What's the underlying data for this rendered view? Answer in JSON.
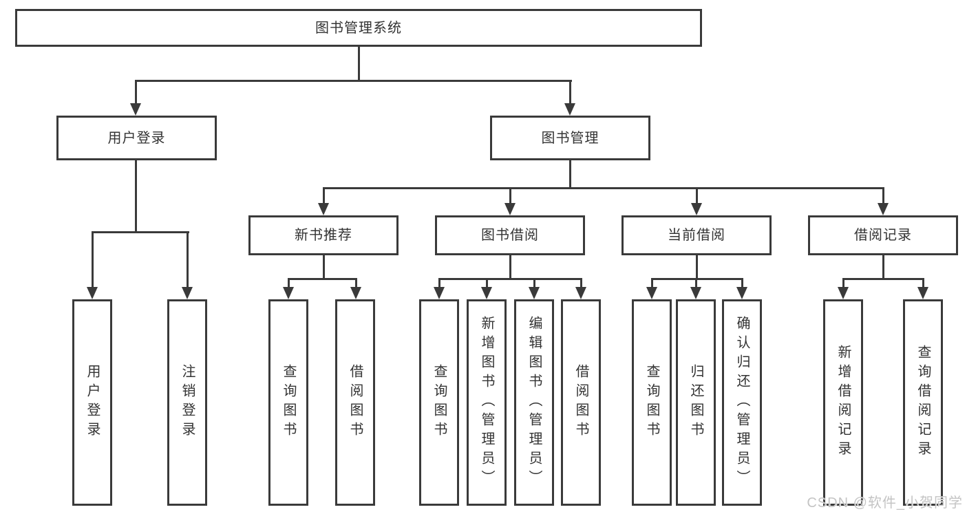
{
  "colors": {
    "line": "#3a3a3a",
    "text": "#333333",
    "watermark": "#c4c4c4",
    "background": "#ffffff"
  },
  "watermark": {
    "text": "CSDN @软件_小贺同学"
  },
  "tree": {
    "root": {
      "label": "图书管理系统",
      "children": [
        {
          "label": "用户登录",
          "children": [
            {
              "label": "用户登录"
            },
            {
              "label": "注销登录"
            }
          ]
        },
        {
          "label": "图书管理",
          "children": [
            {
              "label": "新书推荐",
              "children": [
                {
                  "label": "查询图书"
                },
                {
                  "label": "借阅图书"
                }
              ]
            },
            {
              "label": "图书借阅",
              "children": [
                {
                  "label": "查询图书"
                },
                {
                  "label": "新增图书（管理员）"
                },
                {
                  "label": "编辑图书（管理员）"
                },
                {
                  "label": "借阅图书"
                }
              ]
            },
            {
              "label": "当前借阅",
              "children": [
                {
                  "label": "查询图书"
                },
                {
                  "label": "归还图书"
                },
                {
                  "label": "确认归还（管理员）"
                }
              ]
            },
            {
              "label": "借阅记录",
              "children": [
                {
                  "label": "新增借阅记录"
                },
                {
                  "label": "查询借阅记录"
                }
              ]
            }
          ]
        }
      ]
    }
  }
}
